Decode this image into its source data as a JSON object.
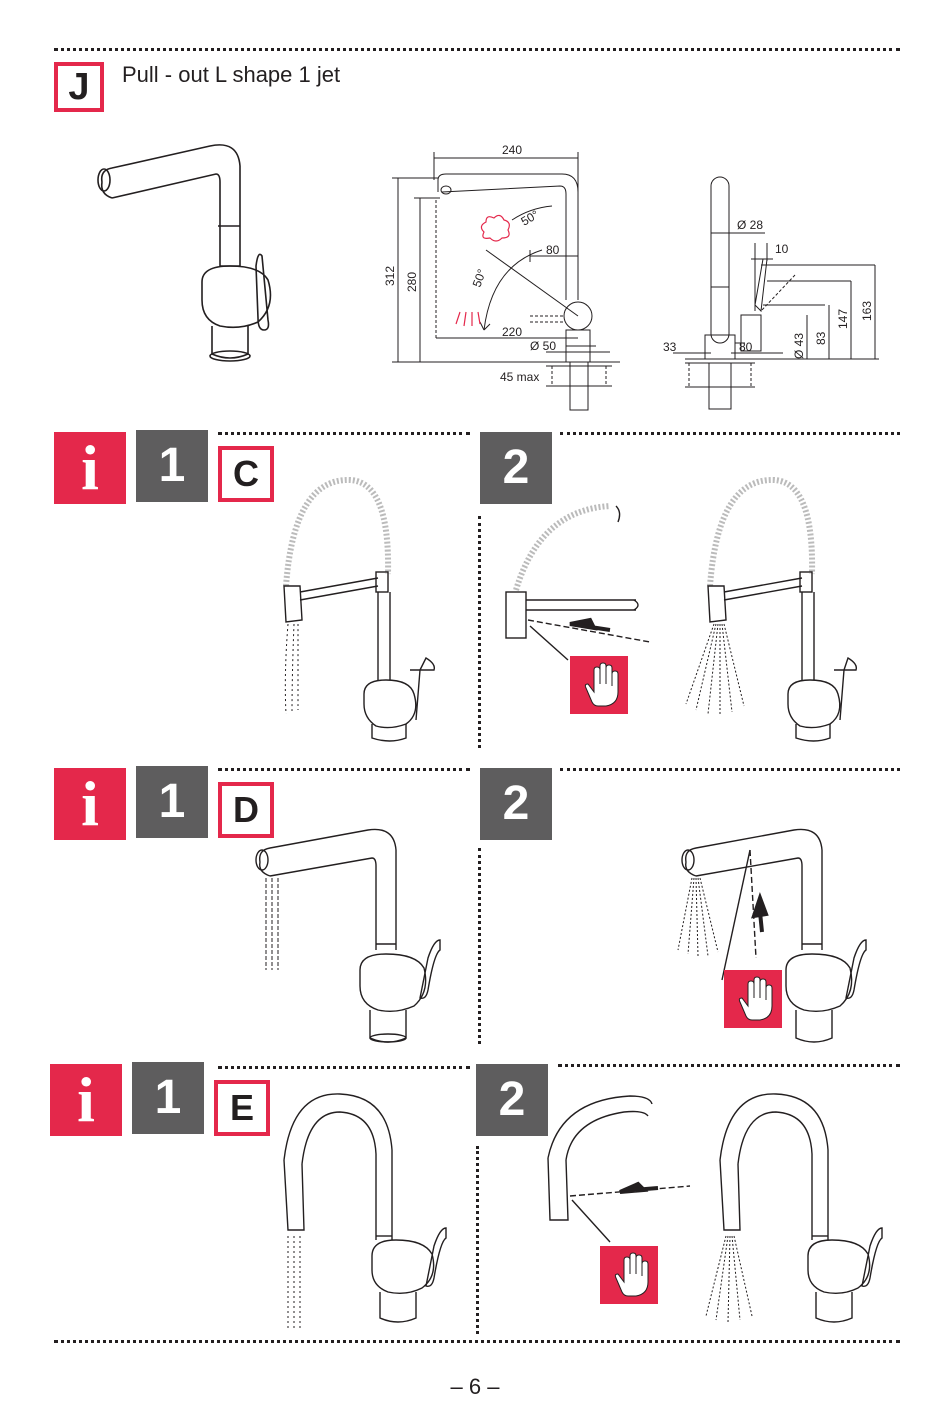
{
  "section": {
    "letter": "J",
    "title": "Pull - out L shape 1 jet"
  },
  "dimensions": {
    "front": {
      "width_top": "240",
      "height_total": "312",
      "height_spout": "280",
      "arm_80": "80",
      "reach_220": "220",
      "base_dia": "Ø 50",
      "deck_max": "45 max",
      "swivel_a": "50°",
      "swivel_b": "50°"
    },
    "side": {
      "dia_28": "Ø 28",
      "d10": "10",
      "d33": "33",
      "d80": "80",
      "dia_43": "Ø 43",
      "h83": "83",
      "h147": "147",
      "h163": "163"
    }
  },
  "rows": [
    {
      "info": "i",
      "step1": "1",
      "code": "C",
      "step2": "2"
    },
    {
      "info": "i",
      "step1": "1",
      "code": "D",
      "step2": "2"
    },
    {
      "info": "i",
      "step1": "1",
      "code": "E",
      "step2": "2"
    }
  ],
  "page_number": "– 6 –",
  "colors": {
    "accent": "#e4284b",
    "step_gray": "#5e5d5e",
    "ink": "#231f20"
  },
  "icons": [
    "faucet-l-shape",
    "hand-press-icon",
    "spray-icon",
    "arrow-icon"
  ]
}
